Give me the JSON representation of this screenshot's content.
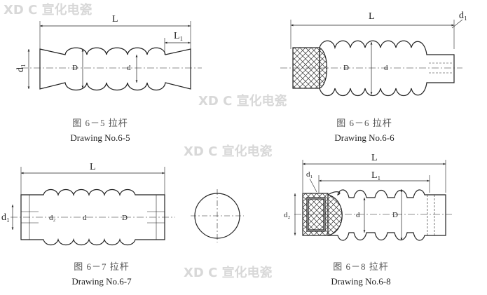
{
  "watermark": "XD C 宣化电瓷",
  "figures": [
    {
      "caption_cn": "图 6－5  拉杆",
      "caption_en": "Drawing No.6-5",
      "labels": {
        "L": "L",
        "L1": "L₁",
        "d1": "d₁",
        "D": "D",
        "d": "d"
      }
    },
    {
      "caption_cn": "图 6－6  拉杆",
      "caption_en": "Drawing No.6-6",
      "labels": {
        "L": "L",
        "d1": "d₁",
        "D": "D",
        "d": "d"
      }
    },
    {
      "caption_cn": "图 6－7  拉杆",
      "caption_en": "Drawing No.6-7",
      "labels": {
        "L": "L",
        "d1": "d₁",
        "d2": "d₂",
        "d": "d",
        "D": "D"
      }
    },
    {
      "caption_cn": "图 6－8  拉杆",
      "caption_en": "Drawing No.6-8",
      "labels": {
        "L": "L",
        "L1": "L₁",
        "d1": "d₁",
        "d2": "d₂",
        "d": "d",
        "D": "D"
      }
    }
  ]
}
